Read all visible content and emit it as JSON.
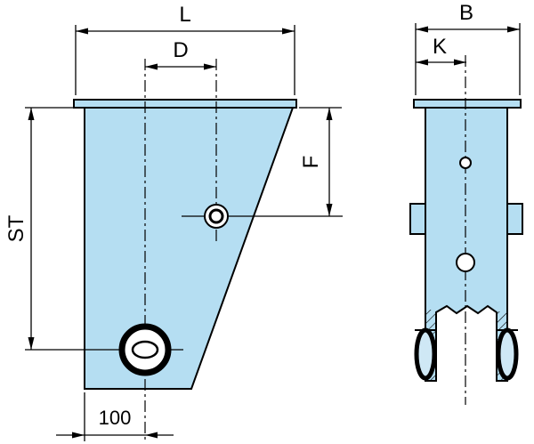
{
  "labels": {
    "length": "L",
    "hole_spacing": "D",
    "height": "ST",
    "hole_height": "F",
    "base_offset": "100",
    "width": "B",
    "flange_offset": "K"
  },
  "colors": {
    "part_fill": "#b5def2",
    "line": "#000000",
    "background": "#ffffff",
    "roller_fill": "#cfe8f5"
  }
}
